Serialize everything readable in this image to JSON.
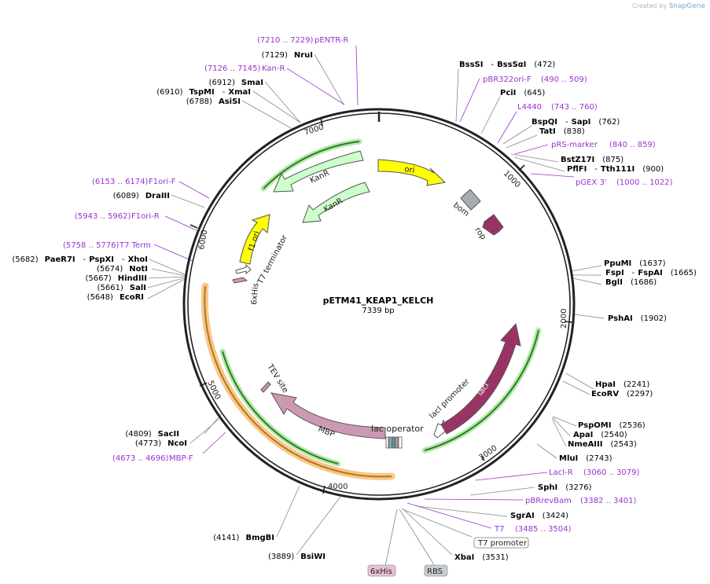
{
  "credit": {
    "prefix": "Created by",
    "brand": "SnapGene"
  },
  "plasmid": {
    "name": "pETM41_KEAP1_KELCH",
    "size_label": "7339 bp",
    "length": 7339
  },
  "ticks": [
    "1000",
    "2000",
    "3000",
    "4000",
    "5000",
    "6000",
    "7000"
  ],
  "enzymes": [
    {
      "name": "BssSI",
      "sep": "-",
      "name2": "BssSαI",
      "pos": "(472)",
      "side": "right"
    },
    {
      "name": "PciI",
      "pos": "(645)",
      "side": "right"
    },
    {
      "name": "BspQI",
      "sep": "-",
      "name2": "SapI",
      "pos": "(762)",
      "side": "right"
    },
    {
      "name": "TatI",
      "pos": "(838)",
      "side": "right"
    },
    {
      "name": "BstZ17I",
      "pos": "(875)",
      "side": "right"
    },
    {
      "name": "PflFI",
      "sep": "-",
      "name2": "Tth111I",
      "pos": "(900)",
      "side": "right"
    },
    {
      "name": "PpuMI",
      "pos": "(1637)",
      "side": "right"
    },
    {
      "name": "FspI",
      "sep": "-",
      "name2": "FspAI",
      "pos": "(1665)",
      "side": "right"
    },
    {
      "name": "BglI",
      "pos": "(1686)",
      "side": "right"
    },
    {
      "name": "PshAI",
      "pos": "(1902)",
      "side": "right"
    },
    {
      "name": "HpaI",
      "pos": "(2241)",
      "side": "right"
    },
    {
      "name": "EcoRV",
      "pos": "(2297)",
      "side": "right"
    },
    {
      "name": "PspOMI",
      "pos": "(2536)",
      "side": "right"
    },
    {
      "name": "ApaI",
      "pos": "(2540)",
      "side": "right"
    },
    {
      "name": "NmeAIII",
      "pos": "(2543)",
      "side": "right"
    },
    {
      "name": "MluI",
      "pos": "(2743)",
      "side": "right"
    },
    {
      "name": "SphI",
      "pos": "(3276)",
      "side": "right"
    },
    {
      "name": "SgrAI",
      "pos": "(3424)",
      "side": "right"
    },
    {
      "name": "XbaI",
      "pos": "(3531)",
      "side": "right"
    },
    {
      "name": "BsiWI",
      "pos": "(3889)",
      "side": "left"
    },
    {
      "name": "BmgBI",
      "pos": "(4141)",
      "side": "left"
    },
    {
      "name": "NcoI",
      "pos": "(4773)",
      "side": "left"
    },
    {
      "name": "SacII",
      "pos": "(4809)",
      "side": "left"
    },
    {
      "name": "EcoRI",
      "pos": "(5648)",
      "side": "left"
    },
    {
      "name": "SalI",
      "pos": "(5661)",
      "side": "left"
    },
    {
      "name": "HindIII",
      "pos": "(5667)",
      "side": "left"
    },
    {
      "name": "NotI",
      "pos": "(5674)",
      "side": "left"
    },
    {
      "name": "PaeR7I",
      "sep": "-",
      "name2": "PspXI",
      "sep2": "-",
      "name3": "XhoI",
      "pos": "(5682)",
      "side": "left"
    },
    {
      "name": "DraIII",
      "pos": "(6089)",
      "side": "left"
    },
    {
      "name": "AsiSI",
      "pos": "(6788)",
      "side": "left"
    },
    {
      "name": "TspMI",
      "sep": "-",
      "name2": "XmaI",
      "pos": "(6910)",
      "side": "left"
    },
    {
      "name": "SmaI",
      "pos": "(6912)",
      "side": "left"
    },
    {
      "name": "NruI",
      "pos": "(7129)",
      "side": "left"
    }
  ],
  "primers": [
    {
      "name": "pENTR-R",
      "range": "(7210 .. 7229)",
      "side": "left"
    },
    {
      "name": "Kan-R",
      "range": "(7126 .. 7145)",
      "side": "left"
    },
    {
      "name": "pBR322ori-F",
      "range": "(490 .. 509)",
      "side": "right"
    },
    {
      "name": "L4440",
      "range": "(743 .. 760)",
      "side": "right"
    },
    {
      "name": "pRS-marker",
      "range": "(840 .. 859)",
      "side": "right"
    },
    {
      "name": "pGEX 3'",
      "range": "(1000 .. 1022)",
      "side": "right"
    },
    {
      "name": "F1ori-F",
      "range": "(6153 .. 6174)",
      "side": "left"
    },
    {
      "name": "F1ori-R",
      "range": "(5943 .. 5962)",
      "side": "left"
    },
    {
      "name": "T7 Term",
      "range": "(5758 .. 5776)",
      "side": "left"
    },
    {
      "name": "LacI-R",
      "range": "(3060 .. 3079)",
      "side": "right"
    },
    {
      "name": "pBRrevBam",
      "range": "(3382 .. 3401)",
      "side": "right"
    },
    {
      "name": "T7",
      "range": "(3485 .. 3504)",
      "side": "right"
    },
    {
      "name": "MBP-F",
      "range": "(4673 .. 4696)",
      "side": "left"
    }
  ],
  "features": [
    {
      "name": "ori",
      "color": "#ffff00"
    },
    {
      "name": "bom",
      "color": "#a6acb3"
    },
    {
      "name": "rop",
      "color": "#993366"
    },
    {
      "name": "KanR",
      "color": "#ccffcc"
    },
    {
      "name": "KanR",
      "color": "#ccffcc"
    },
    {
      "name": "f1 ori",
      "color": "#ffff00"
    },
    {
      "name": "T7 terminator",
      "color": "#ffffff"
    },
    {
      "name": "6xHis",
      "color": "#cc99b2"
    },
    {
      "name": "TEV site",
      "color": "#cc99b2"
    },
    {
      "name": "MBP",
      "color": "#cc99b2"
    },
    {
      "name": "lac operator",
      "color": "#ffffff"
    },
    {
      "name": "lacI promoter",
      "color": "#ffffff"
    },
    {
      "name": "lacI",
      "color": "#993366"
    }
  ],
  "bottom_badges": [
    {
      "name": "T7 promoter",
      "color": "#ffffff"
    },
    {
      "name": "6xHis",
      "color": "#e8c0d4"
    },
    {
      "name": "RBS",
      "color": "#c8ccd2"
    }
  ],
  "colors": {
    "enzyme": "#000000",
    "primer": "#9933cc",
    "backbone": "#222222",
    "cds_glow": "#a8e6a0",
    "orange_glow": "#f5c27a"
  }
}
